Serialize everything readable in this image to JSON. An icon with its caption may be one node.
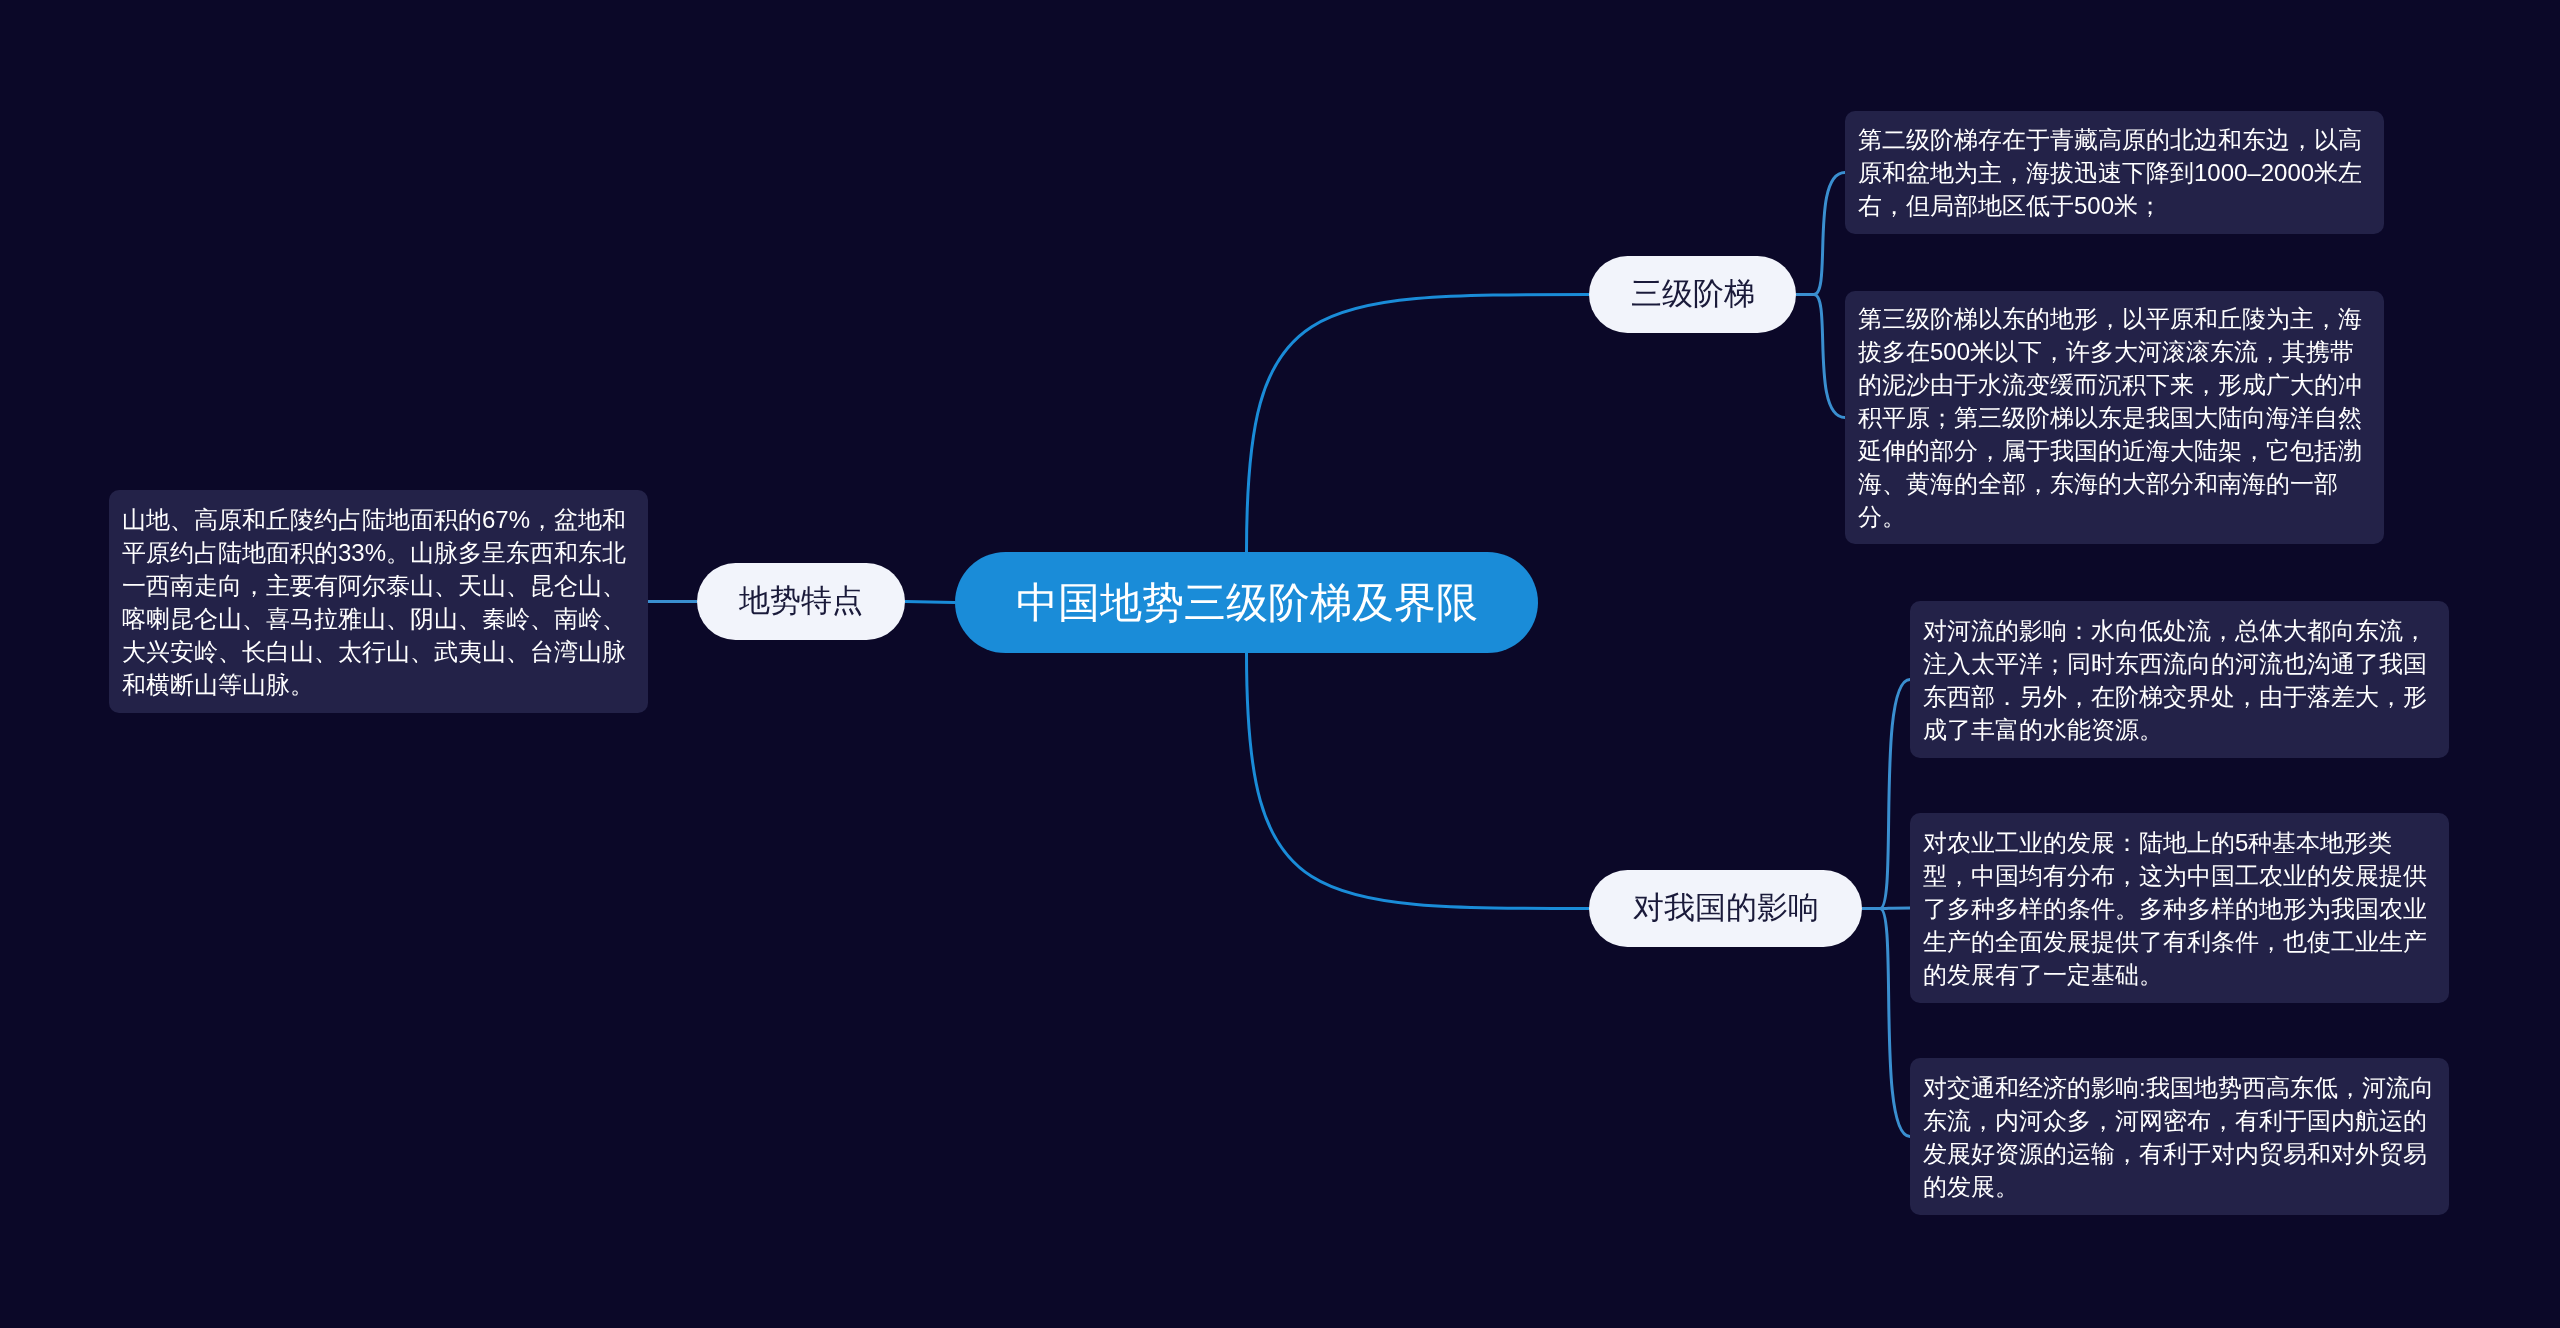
{
  "diagram": {
    "nodes": [
      {
        "text": [
          "中国地势三级阶梯及界限"
        ]
      },
      {
        "text": [
          "三级阶梯"
        ]
      },
      {
        "text": [
          "第二级阶梯存在于青藏高原的北边和东边，以高原和盆地为主，海拔迅速下降到1000–2000米左右，但局部地区低于500米；"
        ]
      },
      {
        "text": [
          "第三级阶梯以东的地形，以平原和丘陵为主，海拔多在500米以下，许多大河滚滚东流，其携带的泥沙由于水流变缓而沉积下来，形成广大的冲积平原；第三级阶梯以东是我国大陆向海洋自然延伸的部分，属于我国的近海大陆架，它包括渤海、黄海的全部，东海的大部分和南海的一部分。"
        ]
      },
      {
        "text": [
          "对我国的影响"
        ]
      },
      {
        "text": [
          "对河流的影响：水向低处流，总体大都向东流，注入太平洋；同时东西流向的河流也沟通了我国东西部．另外，在阶梯交界处，由于落差大，形成了丰富的水能资源。"
        ]
      },
      {
        "text": [
          "对农业工业的发展：陆地上的5种基本地形类型，中国均有分布，这为中国工农业的发展提供了多种多样的条件。多种多样的地形为我国农业生产的全面发展提供了有利条件，也使工业生产的发展有了一定基础。"
        ]
      },
      {
        "text": [
          "对交通和经济的影响:我国地势西高东低，河流向东流，内河众多，河网密布，有利于国内航运的发展好资源的运输，有利于对内贸易和对外贸易的发展。"
        ]
      },
      {
        "text": [
          "地势特点"
        ]
      },
      {
        "text": [
          "山地、高原和丘陵约占陆地面积的67%，盆地和平原约占陆地面积的33%。山脉多呈东西和东北一西南走向，主要有阿尔泰山、天山、昆仑山、喀喇昆仑山、喜马拉雅山、阴山、秦岭、南岭、大兴安岭、长白山、太行山、武夷山、台湾山脉和横断山等山脉。"
        ]
      }
    ],
    "edges": [
      {
        "from": 0,
        "to": 1,
        "arrow": "none"
      },
      {
        "from": 1,
        "to": 2,
        "arrow": "none"
      },
      {
        "from": 1,
        "to": 3,
        "arrow": "none"
      },
      {
        "from": 0,
        "to": 4,
        "arrow": "none"
      },
      {
        "from": 4,
        "to": 5,
        "arrow": "none"
      },
      {
        "from": 4,
        "to": 6,
        "arrow": "none"
      },
      {
        "from": 4,
        "to": 7,
        "arrow": "none"
      },
      {
        "from": 0,
        "to": 8,
        "arrow": "none"
      },
      {
        "from": 8,
        "to": 9,
        "arrow": "none"
      }
    ]
  }
}
